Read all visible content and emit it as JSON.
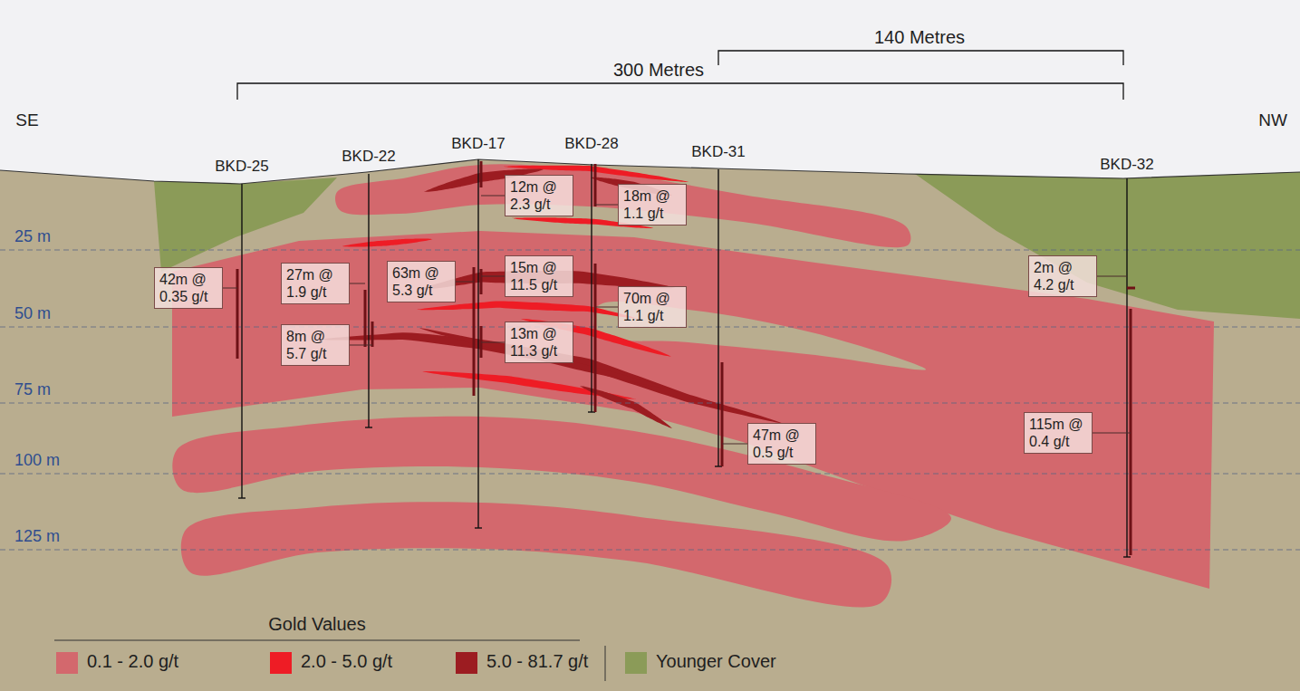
{
  "diagram": {
    "nodes": [
      {
        "text": [
          "42m @ 0.35 g/t"
        ]
      },
      {
        "text": [
          "27m @ 1.9 g/t"
        ]
      },
      {
        "text": [
          "8m @ 5.7 g/t"
        ]
      },
      {
        "text": [
          "63m @ 5.3 g/t"
        ]
      },
      {
        "text": [
          "12m @ 2.3 g/t"
        ]
      },
      {
        "text": [
          "15m @ 11.5 g/t"
        ]
      },
      {
        "text": [
          "13m @ 11.3 g/t"
        ]
      },
      {
        "text": [
          "18m @ 1.1 g/t"
        ]
      },
      {
        "text": [
          "70m @ 1.1 g/t"
        ]
      },
      {
        "text": [
          "47m @ 0.5 g/t"
        ]
      },
      {
        "text": [
          "2m @ 4.2 g/t"
        ]
      },
      {
        "text": [
          "115m @ 0.4 g/t"
        ]
      }
    ],
    "labels": [
      "140 Metres",
      "300 Metres",
      "SE",
      "NW",
      "BKD-25",
      "BKD-22",
      "BKD-17",
      "BKD-28",
      "BKD-31",
      "BKD-32",
      "25 m",
      "50 m",
      "75 m",
      "100 m",
      "125 m",
      "Gold Values"
    ],
    "legend": [
      {
        "text": "0.1 - 2.0 g/t",
        "color": "#d3686d"
      },
      {
        "text": "2.0 - 5.0 g/t",
        "color": "#ee1c25"
      },
      {
        "text": "5.0 - 81.7 g/t",
        "color": "#9c1c21"
      },
      {
        "text": "Younger Cover",
        "color": "#8b9b58"
      }
    ]
  }
}
